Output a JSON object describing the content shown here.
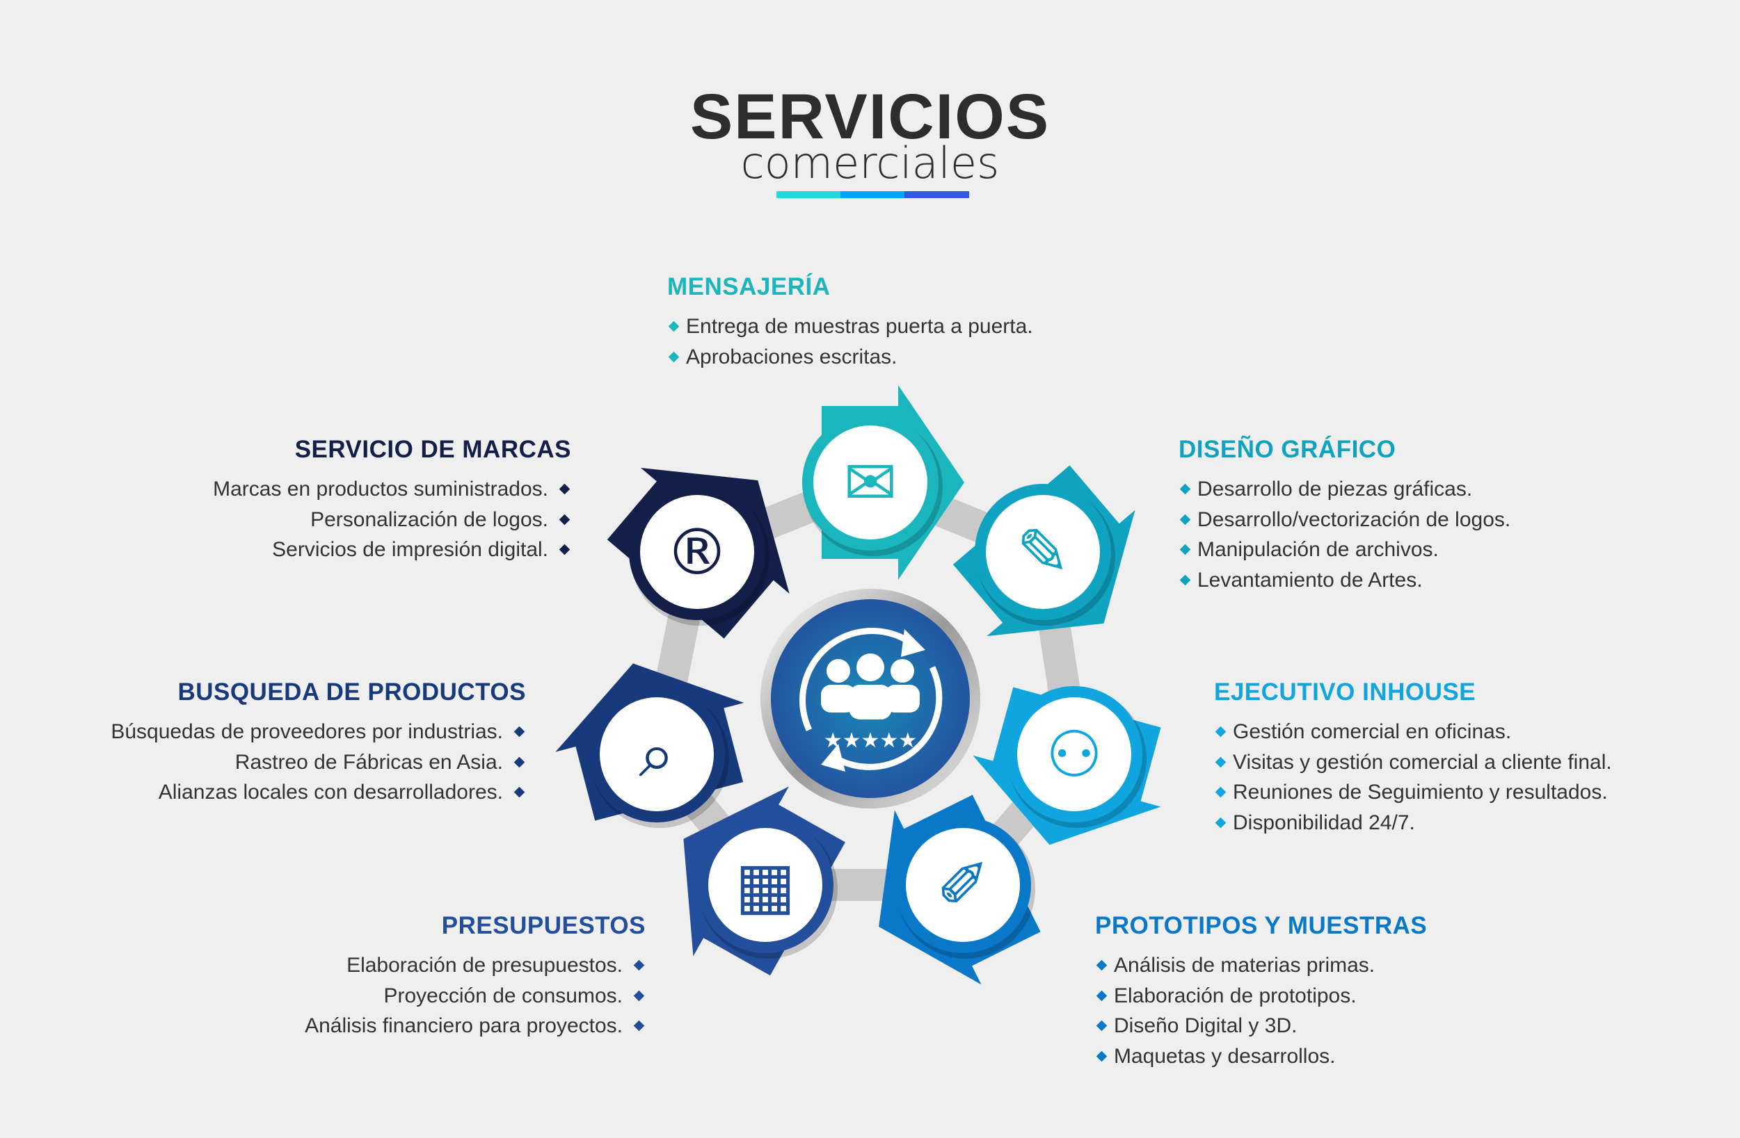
{
  "header": {
    "title": "SERVICIOS",
    "subtitle": "comerciales",
    "bar_colors": [
      "#22d9e0",
      "#00a3ff",
      "#2f57e0"
    ]
  },
  "center": {
    "icon": "customer-satisfaction-cycle-icon",
    "color": "#1f5aa6"
  },
  "services": [
    {
      "key": "mensajeria",
      "title": "MENSAJERÍA",
      "color": "#1bb5bd",
      "icon": "courier-runner-icon",
      "glyph": "✉",
      "items": [
        "Entrega de muestras puerta a puerta.",
        "Aprobaciones escritas."
      ]
    },
    {
      "key": "diseno",
      "title": "DISEÑO GRÁFICO",
      "color": "#0fa3c1",
      "icon": "design-monitor-icon",
      "glyph": "✎",
      "items": [
        "Desarrollo de piezas gráficas.",
        "Desarrollo/vectorización de logos.",
        "Manipulación de archivos.",
        "Levantamiento de Artes."
      ]
    },
    {
      "key": "ejecutivo",
      "title": "EJECUTIVO INHOUSE",
      "color": "#10a5de",
      "icon": "teamwork-puzzle-icon",
      "glyph": "⚇",
      "items": [
        "Gestión comercial en oficinas.",
        "Visitas y gestión comercial a cliente final.",
        "Reuniones de Seguimiento y resultados.",
        "Disponibilidad 24/7."
      ]
    },
    {
      "key": "prototipos",
      "title": "PROTOTIPOS Y MUESTRAS",
      "color": "#0a78c8",
      "icon": "scalpel-ruler-icon",
      "glyph": "✐",
      "items": [
        "Análisis de materias primas.",
        "Elaboración de prototipos.",
        "Diseño Digital y 3D.",
        "Maquetas y desarrollos."
      ]
    },
    {
      "key": "presupuestos",
      "title": "PRESUPUESTOS",
      "color": "#234e9c",
      "icon": "calculator-icon",
      "glyph": "▦",
      "items": [
        "Elaboración de presupuestos.",
        "Proyección de consumos.",
        "Análisis financiero para proyectos."
      ]
    },
    {
      "key": "busqueda",
      "title": "BUSQUEDA DE PRODUCTOS",
      "color": "#173a7c",
      "icon": "magnifier-box-icon",
      "glyph": "⌕",
      "items": [
        "Búsquedas de proveedores por industrias.",
        "Rastreo de Fábricas en Asia.",
        "Alianzas locales con desarrolladores."
      ]
    },
    {
      "key": "marcas",
      "title": "SERVICIO DE MARCAS",
      "color": "#131f48",
      "icon": "registered-cursor-icon",
      "glyph": "®",
      "items": [
        "Marcas en productos suministrados.",
        "Personalización de logos.",
        "Servicios de impresión digital."
      ]
    }
  ]
}
